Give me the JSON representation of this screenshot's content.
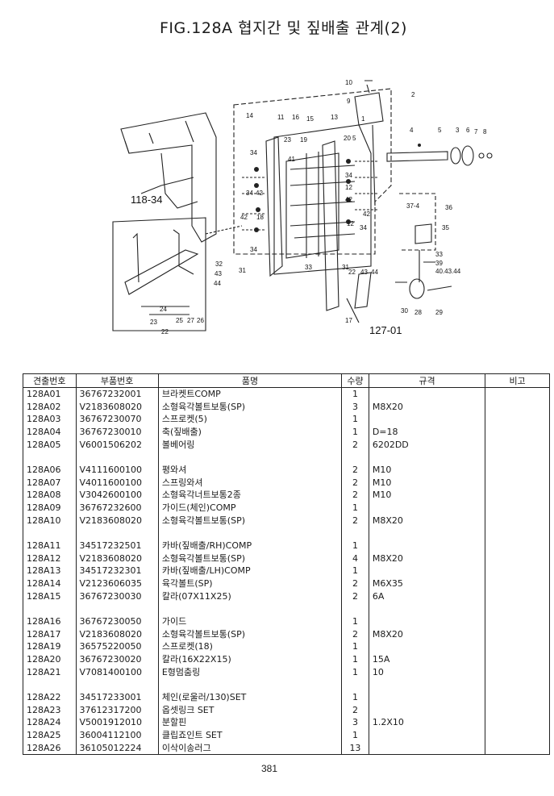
{
  "title": "FIG.128A 협지간 및 짚배출 관계(2)",
  "diagram": {
    "callouts": [
      "10",
      "9",
      "2",
      "14",
      "11",
      "16",
      "15",
      "13",
      "1",
      "4",
      "5",
      "3",
      "6",
      "7",
      "8",
      "20",
      "5",
      "23",
      "19",
      "34",
      "41",
      "34",
      "12",
      "42",
      "118-34",
      "34",
      "42",
      "18",
      "42",
      "12",
      "42",
      "34",
      "37-4",
      "36",
      "35",
      "32",
      "43",
      "44",
      "31",
      "34",
      "33",
      "31",
      "22",
      "43",
      "44",
      "33",
      "39",
      "40.43.44",
      "30",
      "28",
      "29",
      "17",
      "127-01",
      "24",
      "23",
      "25",
      "27",
      "26",
      "22"
    ]
  },
  "table": {
    "headers": {
      "col1": "견출번호",
      "col2": "부품번호",
      "col3": "품명",
      "col4": "수량",
      "col5": "규격",
      "col6": "비고"
    },
    "rows": [
      {
        "ref": "128A01",
        "part": "36767232001",
        "name": "브라켓트COMP",
        "qty": "1",
        "spec": ""
      },
      {
        "ref": "128A02",
        "part": "V2183608020",
        "name": "소형육각볼트보통(SP)",
        "qty": "3",
        "spec": "M8X20"
      },
      {
        "ref": "128A03",
        "part": "36767230070",
        "name": "스프로켓(5)",
        "qty": "1",
        "spec": ""
      },
      {
        "ref": "128A04",
        "part": "36767230010",
        "name": "축(짚배출)",
        "qty": "1",
        "spec": "D=18"
      },
      {
        "ref": "128A05",
        "part": "V6001506202",
        "name": "볼베어링",
        "qty": "2",
        "spec": "6202DD"
      },
      {
        "ref": "",
        "part": "",
        "name": "",
        "qty": "",
        "spec": ""
      },
      {
        "ref": "128A06",
        "part": "V4111600100",
        "name": "평와셔",
        "qty": "2",
        "spec": "M10"
      },
      {
        "ref": "128A07",
        "part": "V4011600100",
        "name": "스프링와셔",
        "qty": "2",
        "spec": "M10"
      },
      {
        "ref": "128A08",
        "part": "V3042600100",
        "name": "소형육각너트보통2종",
        "qty": "2",
        "spec": "M10"
      },
      {
        "ref": "128A09",
        "part": "36767232600",
        "name": "가이드(체인)COMP",
        "qty": "1",
        "spec": ""
      },
      {
        "ref": "128A10",
        "part": "V2183608020",
        "name": "소형육각볼트보통(SP)",
        "qty": "2",
        "spec": "M8X20"
      },
      {
        "ref": "",
        "part": "",
        "name": "",
        "qty": "",
        "spec": ""
      },
      {
        "ref": "128A11",
        "part": "34517232501",
        "name": "카바(짚배출/RH)COMP",
        "qty": "1",
        "spec": ""
      },
      {
        "ref": "128A12",
        "part": "V2183608020",
        "name": "소형육각볼트보통(SP)",
        "qty": "4",
        "spec": "M8X20"
      },
      {
        "ref": "128A13",
        "part": "34517232301",
        "name": "카바(짚배출/LH)COMP",
        "qty": "1",
        "spec": ""
      },
      {
        "ref": "128A14",
        "part": "V2123606035",
        "name": "육각볼트(SP)",
        "qty": "2",
        "spec": "M6X35"
      },
      {
        "ref": "128A15",
        "part": "36767230030",
        "name": "칼라(07X11X25)",
        "qty": "2",
        "spec": "6A"
      },
      {
        "ref": "",
        "part": "",
        "name": "",
        "qty": "",
        "spec": ""
      },
      {
        "ref": "128A16",
        "part": "36767230050",
        "name": "가이드",
        "qty": "1",
        "spec": ""
      },
      {
        "ref": "128A17",
        "part": "V2183608020",
        "name": "소형육각볼트보통(SP)",
        "qty": "2",
        "spec": "M8X20"
      },
      {
        "ref": "128A19",
        "part": "36575220050",
        "name": "스프로켓(18)",
        "qty": "1",
        "spec": ""
      },
      {
        "ref": "128A20",
        "part": "36767230020",
        "name": "칼라(16X22X15)",
        "qty": "1",
        "spec": "15A"
      },
      {
        "ref": "128A21",
        "part": "V7081400100",
        "name": "E형멈춤링",
        "qty": "1",
        "spec": "10"
      },
      {
        "ref": "",
        "part": "",
        "name": "",
        "qty": "",
        "spec": ""
      },
      {
        "ref": "128A22",
        "part": "34517233001",
        "name": "체인(로울러/130)SET",
        "qty": "1",
        "spec": ""
      },
      {
        "ref": "128A23",
        "part": "37612317200",
        "name": "옵셋링크 SET",
        "qty": "2",
        "spec": ""
      },
      {
        "ref": "128A24",
        "part": "V5001912010",
        "name": "분할핀",
        "qty": "3",
        "spec": "1.2X10"
      },
      {
        "ref": "128A25",
        "part": "36004112100",
        "name": "클립죠인트 SET",
        "qty": "1",
        "spec": ""
      },
      {
        "ref": "128A26",
        "part": "36105012224",
        "name": "이삭이송러그",
        "qty": "13",
        "spec": ""
      }
    ]
  },
  "page_number": "381"
}
